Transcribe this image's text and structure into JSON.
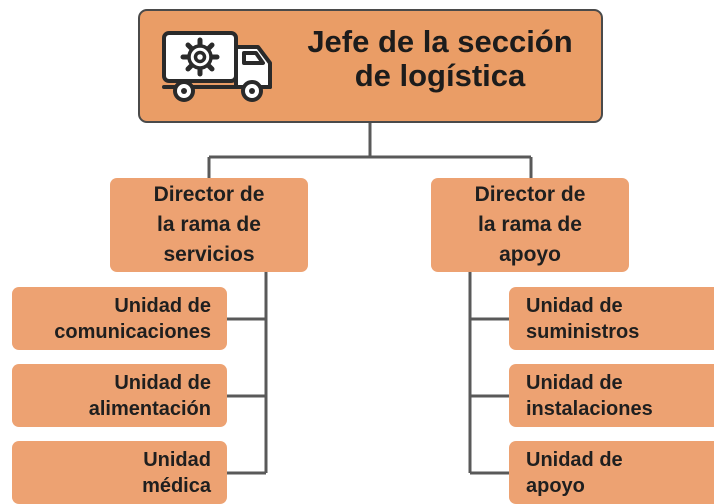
{
  "colors": {
    "box_fill": "#eda272",
    "top_box_fill": "#ea9d66",
    "connector": "#595959",
    "text": "#1f1f1f"
  },
  "top": {
    "icon": "delivery-truck-gear-icon",
    "title_line1": "Jefe de la sección",
    "title_line2": "de logística"
  },
  "left_branch": {
    "director_lines": [
      "Director de",
      "la rama de",
      "servicios"
    ],
    "units": [
      "Unidad de\ncomunicaciones",
      "Unidad de\nalimentación",
      "Unidad\nmédica"
    ]
  },
  "right_branch": {
    "director_lines": [
      "Director de",
      "la rama de",
      "apoyo"
    ],
    "units": [
      "Unidad de\nsuministros",
      "Unidad de\ninstalaciones",
      "Unidad de\napoyo"
    ]
  }
}
